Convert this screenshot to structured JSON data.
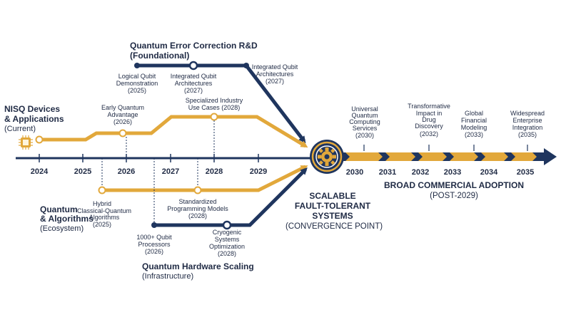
{
  "colors": {
    "navy": "#1f355e",
    "gold": "#e2a83b",
    "text": "#1f2a44"
  },
  "axis_years": [
    "2024",
    "2025",
    "2026",
    "2027",
    "2028",
    "2029"
  ],
  "future_years": [
    "2030",
    "2031",
    "2032",
    "2033",
    "2034",
    "2035"
  ],
  "tracks": {
    "error_correction": {
      "title_line1": "Quantum Error Correction R&D",
      "title_line2": "(Foundational)",
      "m1": [
        "Logical Qubit",
        "Demonstration",
        "(2025)"
      ],
      "m2": [
        "Integrated Qubit",
        "Architectures",
        "(2027)"
      ],
      "m3": [
        "Integrated Qubit",
        "Architectures",
        "(2027)"
      ]
    },
    "nisq": {
      "title_line1": "NISQ Devices",
      "title_line2": "& Applications",
      "title_line3": "(Current)",
      "m1": [
        "Early Quantum",
        "Advantage",
        "(2026)"
      ],
      "m2": [
        "Specialized Industry",
        "Use Cases (2028)"
      ]
    },
    "algorithms": {
      "title_line1": "Quantum",
      "title_line2": "& Algorithms",
      "title_line3": "(Ecosystem)",
      "m1": [
        "Hybrid",
        "Classical-Quantum",
        "Algorithms",
        "(2025)"
      ],
      "m2": [
        "Standardized",
        "Programming Models",
        "(2028)"
      ]
    },
    "hardware": {
      "title_line1": "Quantum Hardware Scaling",
      "title_line2": "(Infrastructure)",
      "m1": [
        "1000+ Qubit",
        "Processors",
        "(2026)"
      ],
      "m2": [
        "Cryogenic",
        "Systems",
        "Optimization",
        "(2028)"
      ]
    }
  },
  "convergence": {
    "line1": "SCALABLE",
    "line2": "FAULT-TOLERANT",
    "line3": "SYSTEMS",
    "line4": "(CONVERGENCE POINT)"
  },
  "commercial": {
    "title": "BROAD COMMERCIAL ADOPTION",
    "subtitle": "(POST-2029)",
    "m1": [
      "Universal",
      "Quantum",
      "Computing",
      "Services",
      "(2030)"
    ],
    "m2": [
      "Transformative",
      "Impact in",
      "Drug",
      "Discovery",
      "(2032)"
    ],
    "m3": [
      "Global",
      "Financial",
      "Modeling",
      "(2033)"
    ],
    "m4": [
      "Widespread",
      "Enterprise",
      "Integration",
      "(2035)"
    ]
  }
}
